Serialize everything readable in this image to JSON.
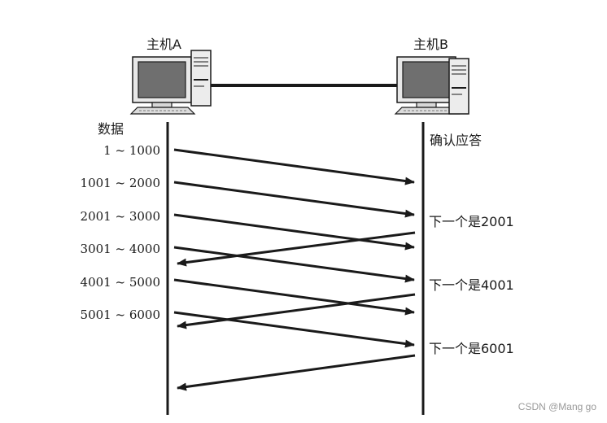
{
  "host_a": {
    "label": "主机A"
  },
  "host_b": {
    "label": "主机B"
  },
  "left_header": "数据",
  "right_header": "确认应答",
  "data_segments": [
    "1 ~ 1000",
    "1001 ~ 2000",
    "2001 ~ 3000",
    "3001 ~ 4000",
    "4001 ~ 5000",
    "5001 ~ 6000"
  ],
  "acks": [
    "下一个是2001",
    "下一个是4001",
    "下一个是6001"
  ],
  "watermark": "CSDN @Mang go",
  "colors": {
    "ink": "#1a1a1a",
    "screen": "#6f6f6f",
    "case": "#e8e8e8"
  }
}
